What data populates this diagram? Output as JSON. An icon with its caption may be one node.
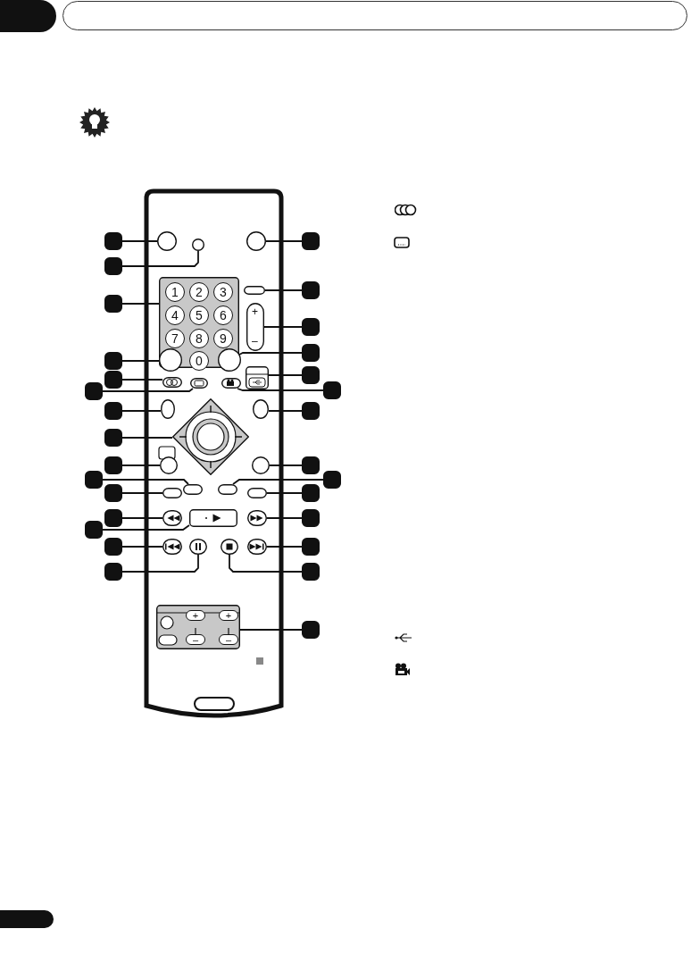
{
  "diagram": {
    "nodes": [
      {
        "text": [],
        "shape": "box"
      },
      {
        "text": [],
        "shape": "circle"
      },
      {
        "text": [],
        "shape": "box"
      },
      {
        "text": [],
        "shape": "circle"
      },
      {
        "text": [],
        "shape": "box"
      },
      {
        "text": [],
        "shape": "box"
      },
      {
        "text": [],
        "shape": "box"
      },
      {
        "text": [],
        "shape": "circle"
      },
      {
        "text": [],
        "shape": "box"
      },
      {
        "text": [],
        "shape": "box"
      },
      {
        "text": [],
        "shape": "box"
      },
      {
        "text": [],
        "shape": "box"
      },
      {
        "text": [],
        "shape": "box"
      },
      {
        "text": [],
        "shape": "oval"
      },
      {
        "text": [],
        "shape": "box"
      },
      {
        "text": [],
        "shape": "diamond"
      },
      {
        "text": [],
        "shape": "box"
      },
      {
        "text": [],
        "shape": "oval"
      },
      {
        "text": [],
        "shape": "box"
      },
      {
        "text": [],
        "shape": "box"
      },
      {
        "text": [],
        "shape": "box"
      },
      {
        "text": [],
        "shape": "box"
      },
      {
        "text": [],
        "shape": "box"
      },
      {
        "text": [],
        "shape": "box"
      },
      {
        "text": [],
        "shape": "box"
      },
      {
        "text": [],
        "shape": "box"
      },
      {
        "text": [],
        "shape": "box"
      },
      {
        "text": [],
        "shape": "box"
      },
      {
        "text": [],
        "shape": "box"
      },
      {
        "text": [],
        "shape": "box"
      },
      {
        "text": [],
        "shape": "box"
      },
      {
        "text": [],
        "shape": "circle"
      },
      {
        "text": [],
        "shape": "box"
      },
      {
        "text": [],
        "shape": "box"
      },
      {
        "text": [],
        "shape": "box"
      },
      {
        "text": [],
        "shape": "box"
      },
      {
        "text": [],
        "shape": "box"
      },
      {
        "text": [],
        "shape": "circle"
      },
      {
        "text": [],
        "shape": "box"
      },
      {
        "text": [],
        "shape": "box"
      },
      {
        "text": [],
        "shape": "box"
      },
      {
        "text": [],
        "shape": "box"
      },
      {
        "text": [],
        "shape": "box"
      },
      {
        "text": [],
        "shape": "oval"
      },
      {
        "text": [],
        "shape": "box"
      },
      {
        "text": [],
        "shape": "oval"
      },
      {
        "text": [],
        "shape": "box"
      },
      {
        "text": [],
        "shape": "box"
      },
      {
        "text": [],
        "shape": "box"
      },
      {
        "text": [],
        "shape": "box"
      },
      {
        "text": [],
        "shape": "box"
      },
      {
        "text": [],
        "shape": "box"
      },
      {
        "text": [],
        "shape": "box"
      },
      {
        "text": [],
        "shape": "box"
      },
      {
        "text": [],
        "shape": "box"
      },
      {
        "text": [],
        "shape": "box"
      },
      {
        "text": [],
        "shape": "box"
      },
      {
        "text": [],
        "shape": "box"
      }
    ],
    "edges": [
      {
        "from": 0,
        "to": 1,
        "arrow": "none"
      },
      {
        "from": 2,
        "to": 3,
        "arrow": "none"
      },
      {
        "from": 4,
        "to": 5,
        "arrow": "none"
      },
      {
        "from": 6,
        "to": 7,
        "arrow": "none"
      },
      {
        "from": 8,
        "to": 9,
        "arrow": "none"
      },
      {
        "from": 10,
        "to": 11,
        "arrow": "none"
      },
      {
        "from": 12,
        "to": 13,
        "arrow": "none"
      },
      {
        "from": 14,
        "to": 15,
        "arrow": "none"
      },
      {
        "from": 16,
        "to": 17,
        "arrow": "none"
      },
      {
        "from": 18,
        "to": 19,
        "arrow": "none"
      },
      {
        "from": 20,
        "to": 21,
        "arrow": "none"
      },
      {
        "from": 22,
        "to": 23,
        "arrow": "none"
      },
      {
        "from": 24,
        "to": 25,
        "arrow": "none"
      },
      {
        "from": 26,
        "to": 27,
        "arrow": "none"
      },
      {
        "from": 28,
        "to": 29,
        "arrow": "none"
      },
      {
        "from": 30,
        "to": 31,
        "arrow": "none"
      },
      {
        "from": 32,
        "to": 33,
        "arrow": "none"
      },
      {
        "from": 34,
        "to": 35,
        "arrow": "none"
      },
      {
        "from": 36,
        "to": 37,
        "arrow": "none"
      },
      {
        "from": 38,
        "to": 39,
        "arrow": "none"
      },
      {
        "from": 40,
        "to": 41,
        "arrow": "none"
      },
      {
        "from": 42,
        "to": 43,
        "arrow": "none"
      },
      {
        "from": 44,
        "to": 45,
        "arrow": "none"
      },
      {
        "from": 46,
        "to": 47,
        "arrow": "none"
      },
      {
        "from": 48,
        "to": 49,
        "arrow": "none"
      },
      {
        "from": 50,
        "to": 51,
        "arrow": "none"
      },
      {
        "from": 52,
        "to": 53,
        "arrow": "none"
      },
      {
        "from": 54,
        "to": 55,
        "arrow": "none"
      },
      {
        "from": 56,
        "to": 57,
        "arrow": "none"
      }
    ],
    "labels": [
      "1",
      "2",
      "3",
      "4",
      "5",
      "6",
      "7",
      "8",
      "9",
      "0",
      "+",
      "–",
      "+",
      "+",
      "–",
      "–"
    ]
  }
}
